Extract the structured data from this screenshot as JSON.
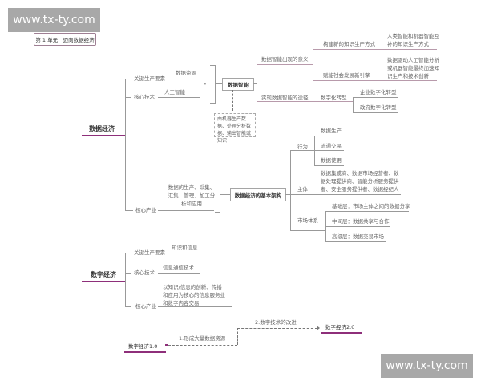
{
  "watermarks": {
    "top": "www.tx-ty.com",
    "bottom": "www.tx-ty.com"
  },
  "unit_title": "第 1 单元　迈向数据经济",
  "data_economy": {
    "title": "数据经济",
    "branches": {
      "key_factor": {
        "label": "关键生产要素",
        "value": "数据资源"
      },
      "core_tech": {
        "label": "核心技术",
        "value": "人工智能"
      },
      "core_industry": {
        "label": "核心产业",
        "value": "数据的生产、采集、汇集、管理、加工分析和应用"
      }
    },
    "dot": "•",
    "data_intelligence": {
      "box": "数据智能",
      "note": "由机器生产数据、处理分析数据、输出智能或知识",
      "significance": {
        "label": "数据智能出现的意义",
        "items": [
          {
            "label": "构建新的知识生产方式",
            "detail": "人类智能和机器智能互补的知识生产方式"
          },
          {
            "label": "赋能社会发展新引擎",
            "detail": "数据驱动人工智能分析或机器智能最终加速知识生产和技术创新"
          }
        ]
      },
      "path": {
        "label": "实现数据智能的途径",
        "sub": "数字化转型",
        "items": [
          "企业数字化转型",
          "政府数字化转型"
        ]
      }
    },
    "architecture": {
      "box": "数据经济的基本架构",
      "behavior": {
        "label": "行为",
        "items": [
          "数据生产",
          "流通交易",
          "数据使用"
        ]
      },
      "subject": {
        "label": "主体",
        "detail": "数据集成商、数据市场经营者、数据处理提供商、智能分析服务提供者、安全服务提供者、数据经纪人"
      },
      "market": {
        "label": "市场体系",
        "items": [
          "基础层：市场主体之间的数据分享",
          "中间层：数据共享与合作",
          "高级层：数据交易市场"
        ]
      }
    }
  },
  "digital_economy": {
    "title": "数字经济",
    "branches": {
      "key_factor": {
        "label": "关键生产要素",
        "value": "知识和信息"
      },
      "core_tech": {
        "label": "核心技术",
        "value": "信息通信技术"
      },
      "core_industry": {
        "label": "核心产业",
        "value": "以知识/信息的创新、传播和应用为核心的信息服务业和数字内容交易"
      }
    }
  },
  "evolution": {
    "start": "数字经济1.0",
    "step1": "1.形成大量数据资源",
    "step2": "2.数字技术的改进",
    "end": "数字经济2.0"
  },
  "colors": {
    "accent": "#8e2f7a",
    "line": "#999999",
    "watermark_bg": "#a8a8a8"
  }
}
